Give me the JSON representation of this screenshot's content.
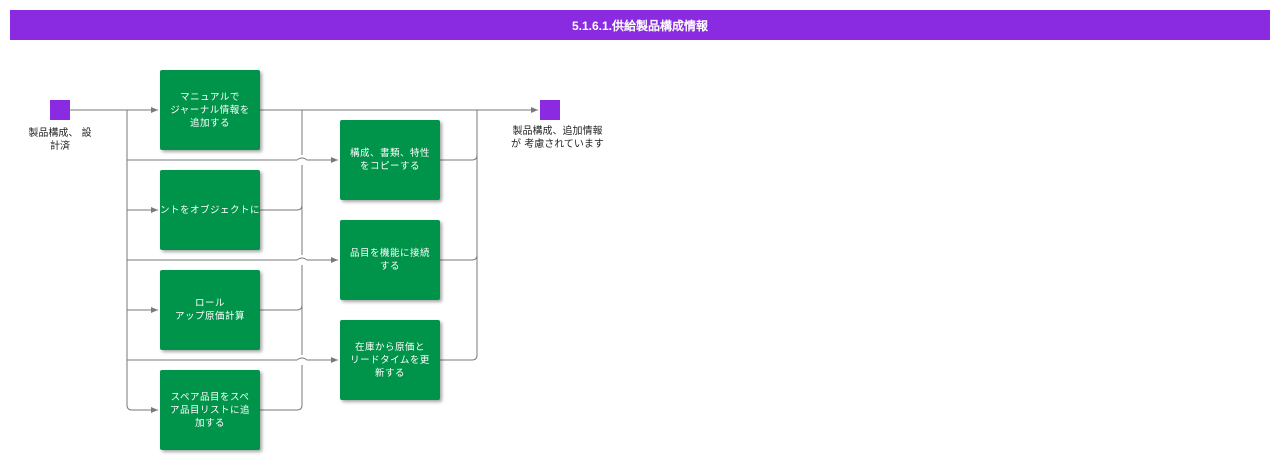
{
  "title": "5.1.6.1.供給製品構成情報",
  "colors": {
    "title_bg": "#8a2be2",
    "event": "#8a2be2",
    "task": "#00944a",
    "connector": "#7a7a7a"
  },
  "start_event": {
    "label": "製品構成、 設\n計済"
  },
  "end_event": {
    "label": "製品構成、追加情報\nが 考慮されています"
  },
  "tasks": [
    {
      "label": "マニュアルで\nジャーナル情報を\n追加する"
    },
    {
      "label": "ントをオブジェクトに"
    },
    {
      "label": "ロール\nアップ原価計算"
    },
    {
      "label": "スペア品目をスペ\nア品目リストに追\n加する"
    },
    {
      "label": "構成、書類、特性\nをコピーする"
    },
    {
      "label": "品目を機能に接続\nする"
    },
    {
      "label": "在庫から原価と\nリードタイムを更\n新する"
    }
  ]
}
